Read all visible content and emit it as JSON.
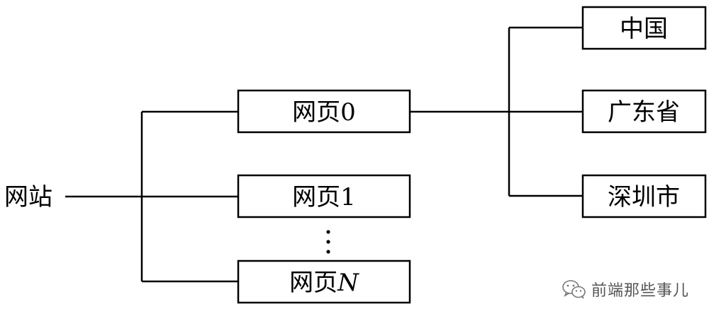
{
  "root": {
    "label": "网站"
  },
  "pages": [
    {
      "label": "网页0"
    },
    {
      "label": "网页1"
    },
    {
      "label_prefix": "网页",
      "label_var": "N"
    }
  ],
  "ellipsis": "⋮",
  "details": [
    {
      "label": "中国"
    },
    {
      "label": "广东省"
    },
    {
      "label": "深圳市"
    }
  ],
  "watermark": {
    "text": "前端那些事儿",
    "icon": "wechat-icon"
  }
}
